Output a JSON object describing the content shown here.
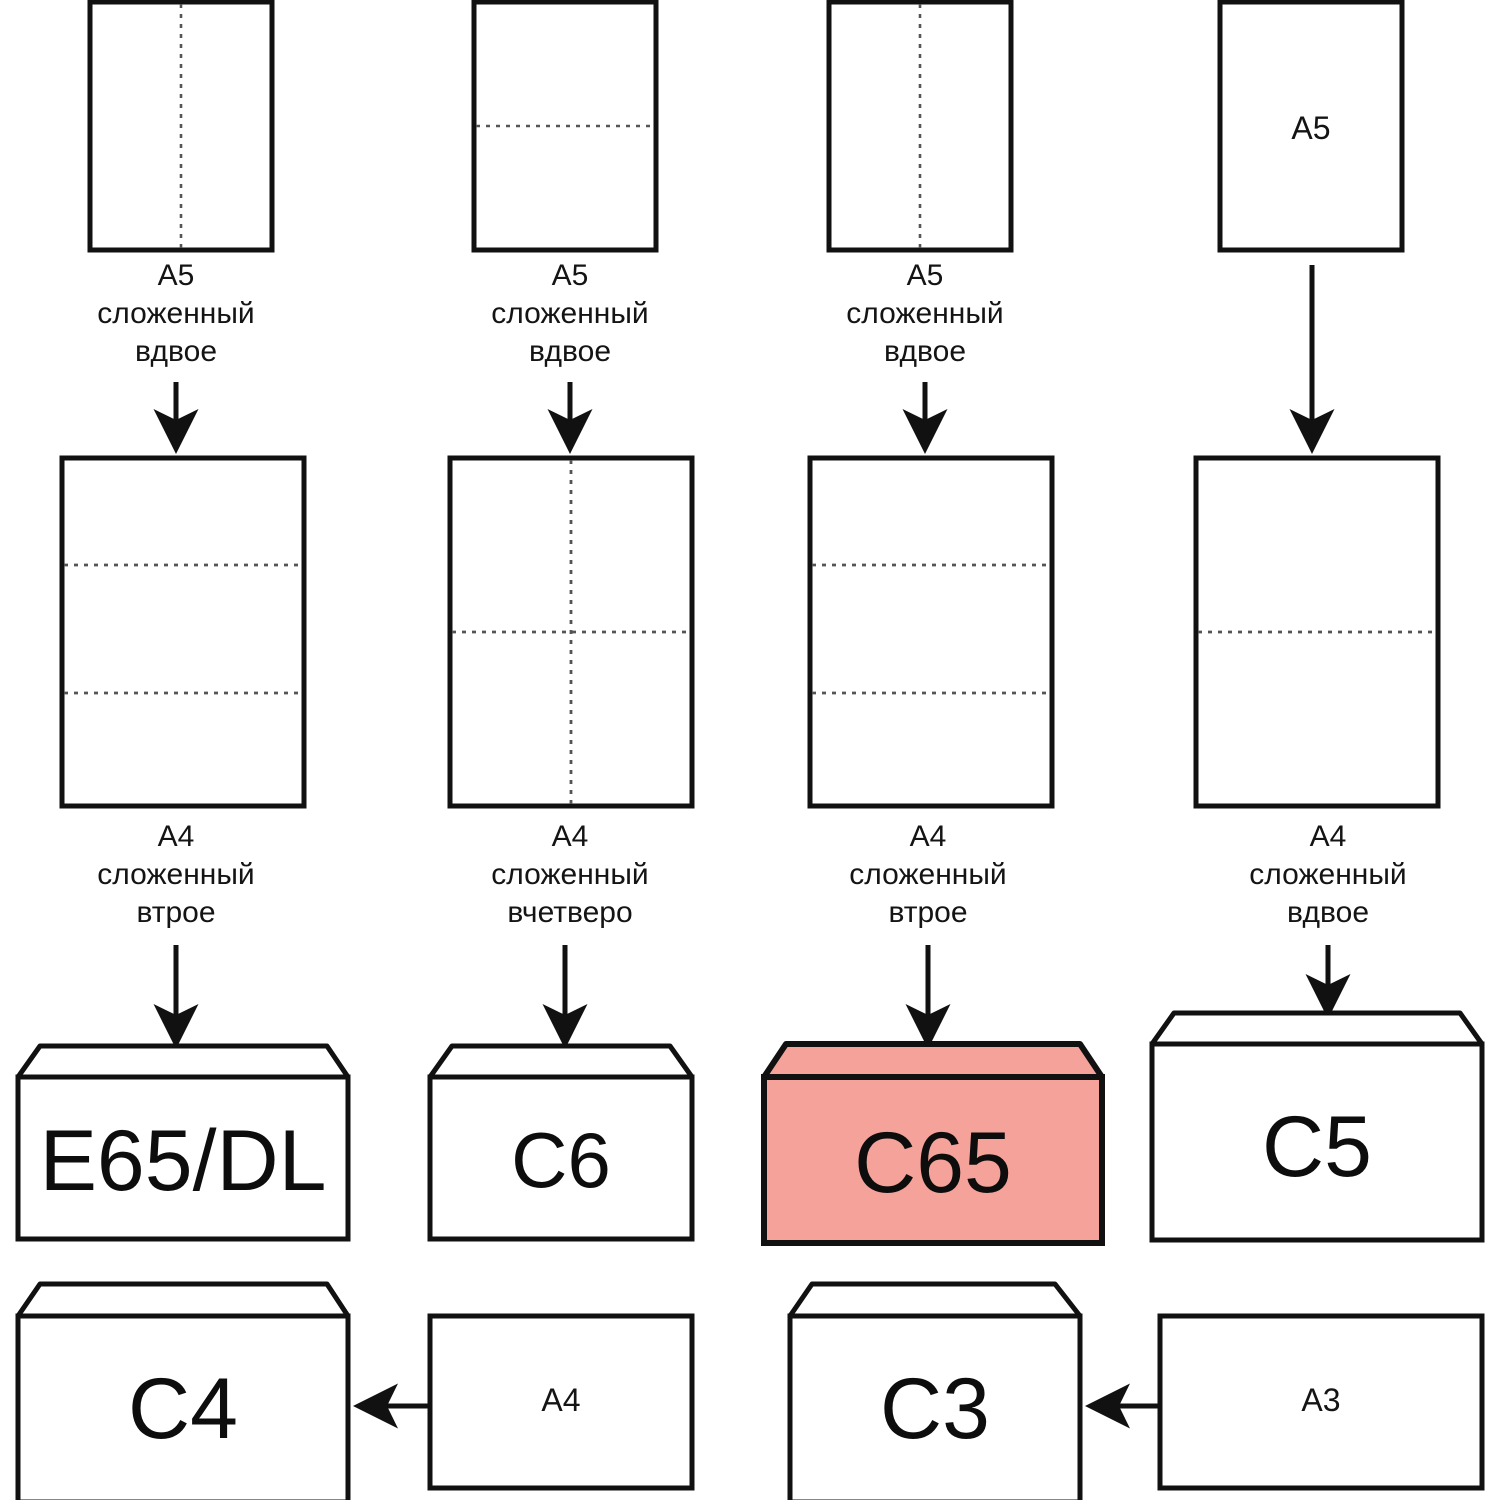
{
  "diagram": {
    "title": "Paper folding to envelope size chart",
    "language": "ru",
    "colors": {
      "stroke": "#111111",
      "fill": "#ffffff",
      "highlight_fill": "#f5a29a",
      "highlight_stroke": "#111111",
      "fold_line": "#555555"
    }
  },
  "columns": [
    {
      "id": "col1",
      "top_sheet": {
        "label": "A5",
        "label_inside": "",
        "folds": [
          "vertical-center"
        ]
      },
      "top_caption": "A5\nсложенный\nвдвое",
      "mid_sheet": {
        "label": "A4",
        "label_inside": "",
        "folds": [
          "horizontal-third-1",
          "horizontal-third-2"
        ]
      },
      "mid_caption": "A4\nсложенный\nвтрое",
      "envelope": {
        "label": "E65/DL",
        "highlight": false
      }
    },
    {
      "id": "col2",
      "top_sheet": {
        "label": "A5",
        "label_inside": "",
        "folds": [
          "horizontal-center"
        ]
      },
      "top_caption": "A5\nсложенный\nвдвое",
      "mid_sheet": {
        "label": "A4",
        "label_inside": "",
        "folds": [
          "vertical-center",
          "horizontal-center"
        ]
      },
      "mid_caption": "A4\nсложенный\nвчетверо",
      "envelope": {
        "label": "C6",
        "highlight": false
      }
    },
    {
      "id": "col3",
      "top_sheet": {
        "label": "A5",
        "label_inside": "",
        "folds": [
          "vertical-center"
        ]
      },
      "top_caption": "A5\nсложенный\nвдвое",
      "mid_sheet": {
        "label": "A4",
        "label_inside": "",
        "folds": [
          "horizontal-third-1",
          "horizontal-third-2"
        ]
      },
      "mid_caption": "A4\nсложенный\nвтрое",
      "envelope": {
        "label": "C65",
        "highlight": true
      }
    },
    {
      "id": "col4",
      "top_sheet": {
        "label": "A5",
        "label_inside": "A5",
        "folds": []
      },
      "top_caption": "",
      "mid_sheet": {
        "label": "A4",
        "label_inside": "",
        "folds": [
          "horizontal-center"
        ]
      },
      "mid_caption": "A4\nсложенный\nвдвое",
      "envelope": {
        "label": "C5",
        "highlight": false
      }
    }
  ],
  "bottom_row": [
    {
      "envelope_label": "C4",
      "source_label": "A4",
      "arrow": "left"
    },
    {
      "envelope_label": "C3",
      "source_label": "A3",
      "arrow": "left"
    }
  ]
}
